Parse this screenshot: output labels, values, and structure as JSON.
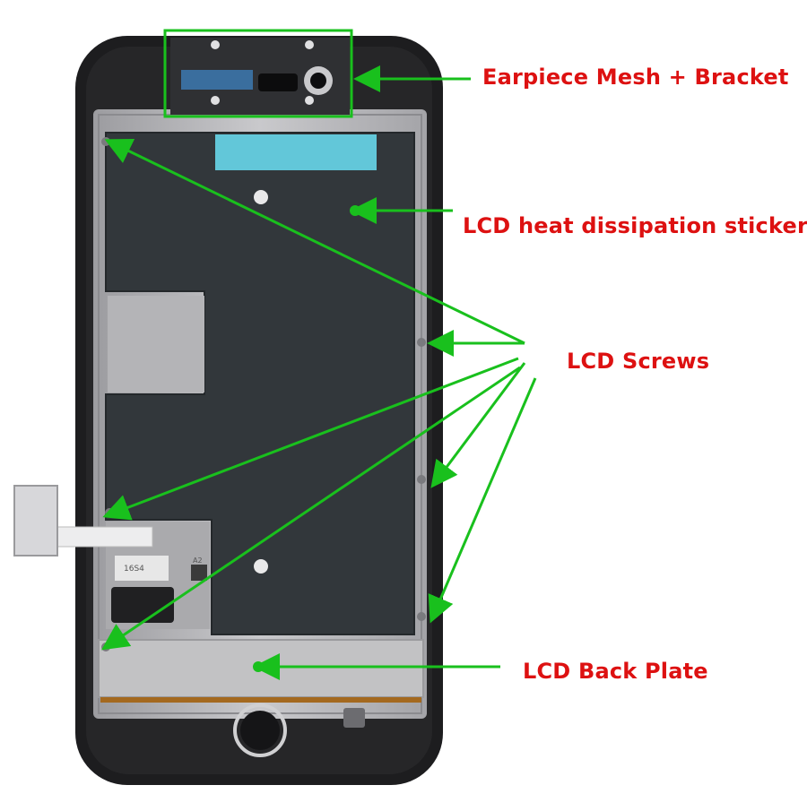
{
  "colors": {
    "label_red": "#dd1111",
    "arrow_green": "#19c01d",
    "bezel": "#1d1d1f",
    "frame_metal": "#b9b9bb",
    "heat_sticker": "#32373b",
    "back_plate": "#c2c2c4",
    "blue_tape": "#62c7d9"
  },
  "labels": {
    "earpiece": "Earpiece Mesh + Bracket",
    "heat_sticker": "LCD heat dissipation sticker",
    "screws": "LCD Screws",
    "back_plate": "LCD Back Plate"
  },
  "printed": {
    "chip_text_1": "16S4",
    "chip_text_2": "A2"
  }
}
